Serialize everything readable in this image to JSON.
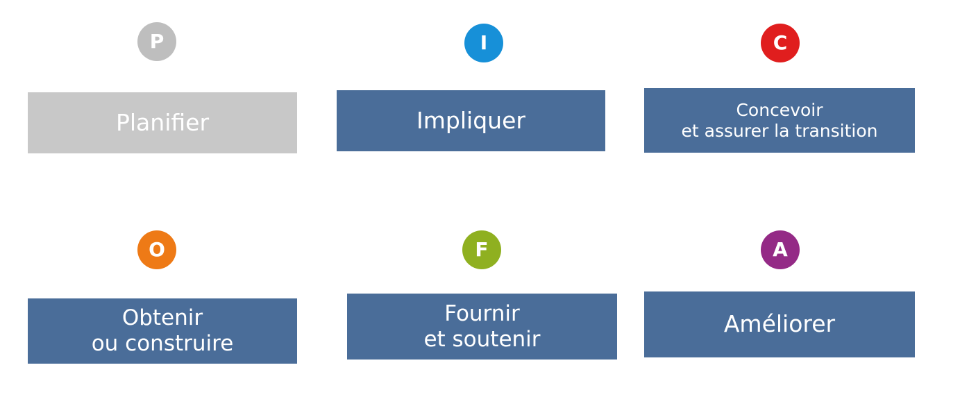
{
  "steps": [
    {
      "letter": "P",
      "label": "Planifier",
      "badge_color": "#bebebe",
      "box_color": "#c8c8c8"
    },
    {
      "letter": "I",
      "label": "Impliquer",
      "badge_color": "#1790d8",
      "box_color": "#4a6d99"
    },
    {
      "letter": "C",
      "label": "Concevoir\net assurer la transition",
      "badge_color": "#e01e1e",
      "box_color": "#4a6d99"
    },
    {
      "letter": "O",
      "label": "Obtenir\nou construire",
      "badge_color": "#ee7a16",
      "box_color": "#4a6d99"
    },
    {
      "letter": "F",
      "label": "Fournir\net soutenir",
      "badge_color": "#8fb020",
      "box_color": "#4a6d99"
    },
    {
      "letter": "A",
      "label": "Améliorer",
      "badge_color": "#942a86",
      "box_color": "#4a6d99"
    }
  ]
}
